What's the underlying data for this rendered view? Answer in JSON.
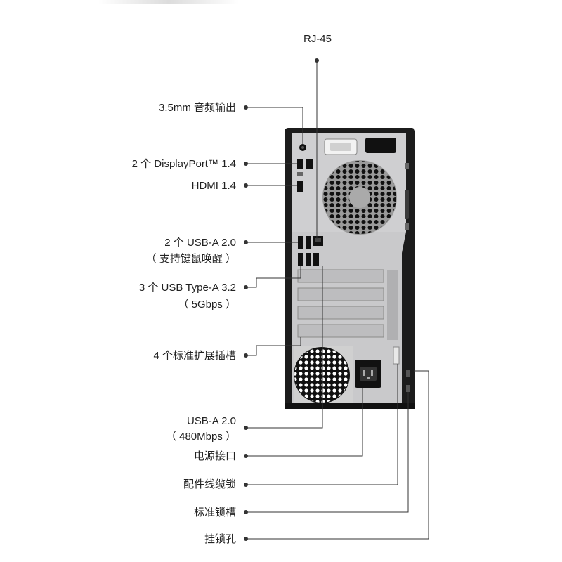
{
  "labels": {
    "rj45": "RJ-45",
    "audio": "3.5mm 音频输出",
    "displayport": "2 个 DisplayPort™ 1.4",
    "hdmi": "HDMI 1.4",
    "usb2_line1": "2 个 USB-A 2.0",
    "usb2_line2": "（ 支持键鼠唤醒 ）",
    "usb32_line1": "3 个 USB Type-A 3.2",
    "usb32_line2": "（ 5Gbps ）",
    "expansion": "4 个标准扩展插槽",
    "usb_bottom_line1": "USB-A 2.0",
    "usb_bottom_line2": "（ 480Mbps ）",
    "power": "电源接口",
    "cable_lock": "配件线缆锁",
    "security_slot": "标准锁槽",
    "padlock": "挂锁孔"
  },
  "colors": {
    "chassis": "#1c1c1c",
    "panel": "#c9c9cb",
    "line": "#333333",
    "text": "#222222"
  }
}
